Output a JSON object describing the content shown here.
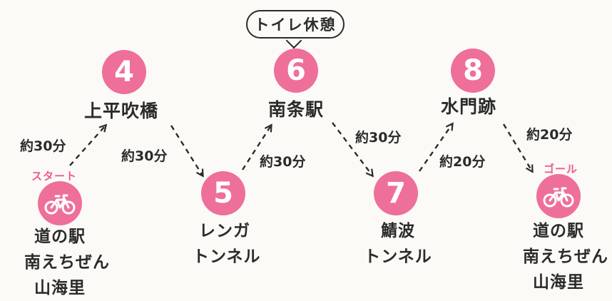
{
  "start_tag": "スタート",
  "goal_tag": "ゴール",
  "break_bubble": "トイレ休憩",
  "start_station": [
    "道の駅",
    "南えちぜん",
    "山海里"
  ],
  "goal_station": [
    "道の駅",
    "南えちぜん",
    "山海里"
  ],
  "stops": [
    {
      "number": "4",
      "name": "上平吹橋"
    },
    {
      "number": "5",
      "name_lines": [
        "レンガ",
        "トンネル"
      ]
    },
    {
      "number": "6",
      "name": "南条駅"
    },
    {
      "number": "7",
      "name_lines": [
        "鯖波",
        "トンネル"
      ]
    },
    {
      "number": "8",
      "name": "水門跡"
    }
  ],
  "segments": [
    {
      "label": "約30分"
    },
    {
      "label": "約30分"
    },
    {
      "label": "約30分"
    },
    {
      "label": "約30分"
    },
    {
      "label": "約20分"
    },
    {
      "label": "約20分"
    }
  ],
  "colors": {
    "accent": "#ee6f9a",
    "text": "#2b2b2b",
    "tag": "#ee5a8e"
  },
  "icons": {
    "start": "bicycle-icon",
    "goal": "bicycle-icon",
    "arrow": "dashed-arrow-icon"
  }
}
